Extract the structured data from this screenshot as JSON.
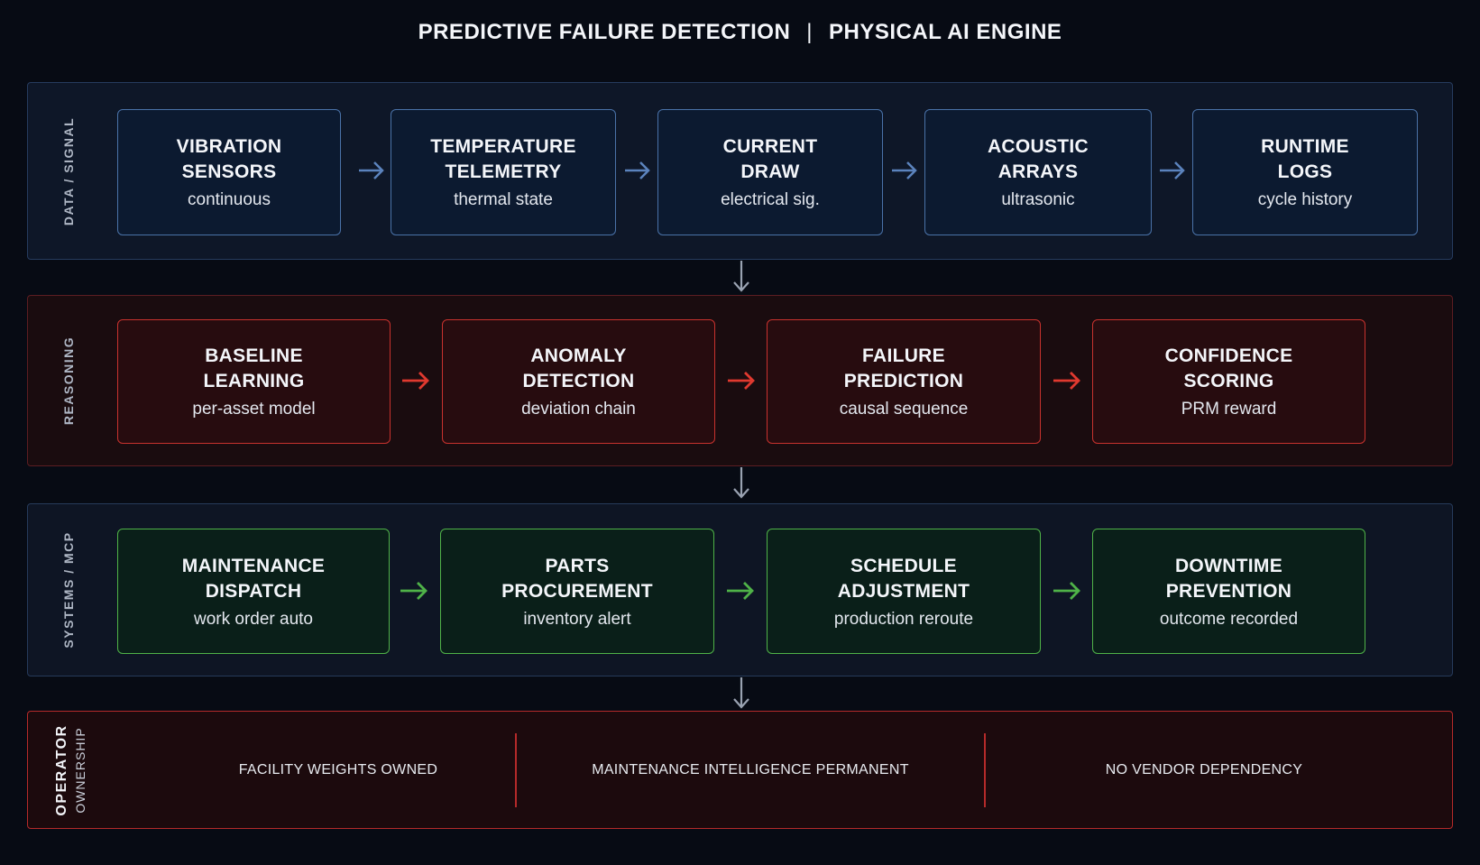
{
  "title": {
    "left": "PREDICTIVE FAILURE DETECTION",
    "separator": "|",
    "right": "PHYSICAL AI ENGINE"
  },
  "lanes": {
    "data": {
      "label": "DATA / SIGNAL",
      "color": "#4a72a8",
      "boxes": [
        {
          "title": "VIBRATION\nSENSORS",
          "sub": "continuous"
        },
        {
          "title": "TEMPERATURE\nTELEMETRY",
          "sub": "thermal state"
        },
        {
          "title": "CURRENT\nDRAW",
          "sub": "electrical sig."
        },
        {
          "title": "ACOUSTIC\nARRAYS",
          "sub": "ultrasonic"
        },
        {
          "title": "RUNTIME\nLOGS",
          "sub": "cycle history"
        }
      ]
    },
    "reasoning": {
      "label": "REASONING",
      "color": "#c8322e",
      "boxes": [
        {
          "title": "BASELINE\nLEARNING",
          "sub": "per-asset model"
        },
        {
          "title": "ANOMALY\nDETECTION",
          "sub": "deviation chain"
        },
        {
          "title": "FAILURE\nPREDICTION",
          "sub": "causal sequence"
        },
        {
          "title": "CONFIDENCE\nSCORING",
          "sub": "PRM reward"
        }
      ]
    },
    "systems": {
      "label": "SYSTEMS / MCP",
      "color": "#4fb248",
      "boxes": [
        {
          "title": "MAINTENANCE\nDISPATCH",
          "sub": "work order auto"
        },
        {
          "title": "PARTS\nPROCUREMENT",
          "sub": "inventory alert"
        },
        {
          "title": "SCHEDULE\nADJUSTMENT",
          "sub": "production reroute"
        },
        {
          "title": "DOWNTIME\nPREVENTION",
          "sub": "outcome recorded"
        }
      ]
    },
    "ownership": {
      "label": "OPERATOR",
      "sublabel": "OWNERSHIP",
      "color": "#b52a2a",
      "items": [
        "FACILITY WEIGHTS OWNED",
        "MAINTENANCE INTELLIGENCE PERMANENT",
        "NO VENDOR DEPENDENCY"
      ]
    }
  }
}
